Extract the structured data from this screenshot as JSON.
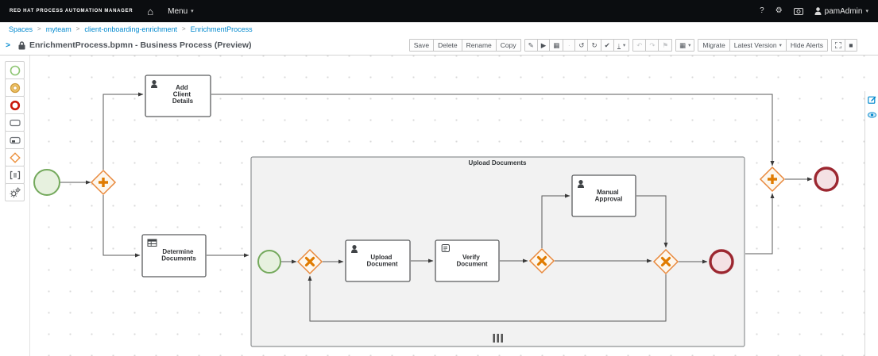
{
  "header": {
    "logo": "RED HAT PROCESS AUTOMATION MANAGER",
    "menu_label": "Menu",
    "help_label": "?",
    "user_name": "pamAdmin"
  },
  "breadcrumb": {
    "separator": ">",
    "items": [
      "Spaces",
      "myteam",
      "client-onboarding-enrichment",
      "EnrichmentProcess"
    ]
  },
  "editor": {
    "title": "EnrichmentProcess.bpmn - Business Process (Preview)",
    "toolbar": {
      "save": "Save",
      "delete": "Delete",
      "rename": "Rename",
      "copy": "Copy",
      "migrate": "Migrate",
      "latest_version": "Latest Version",
      "hide_alerts": "Hide Alerts"
    }
  },
  "icons": {
    "caret_down": "▾",
    "home": "⌂",
    "gear": "⚙",
    "chevron_right": ">",
    "pencil": "✎",
    "play": "▶",
    "form": "▦",
    "dot": "·",
    "undo": "↺",
    "redo": "↻",
    "validate": "✔",
    "download": "↓",
    "back": "↶",
    "forward": "↷",
    "flag": "⚑",
    "square": "■"
  },
  "palette": {
    "items": [
      "start-event",
      "intermediate-event",
      "end-event",
      "task",
      "subprocess",
      "gateway",
      "lane",
      "service-tasks"
    ]
  },
  "diagram": {
    "subprocess_label": "Upload Documents",
    "tasks": {
      "add_client": {
        "lines": [
          "Add",
          "Client",
          "Details"
        ]
      },
      "determine_documents": {
        "lines": [
          "Determine",
          "Documents"
        ]
      },
      "upload_document": {
        "lines": [
          "Upload",
          "Document"
        ]
      },
      "verify_document": {
        "lines": [
          "Verify",
          "Document"
        ]
      },
      "manual_approval": {
        "lines": [
          "Manual",
          "Approval"
        ]
      }
    }
  },
  "colors": {
    "accent_blue": "#0088ce",
    "gateway_orange": "#e8883c",
    "gateway_symbol_orange": "#e07b00",
    "start_green": "#74a95c",
    "end_red": "#9c2730",
    "masthead_bg": "#0b0d10",
    "subprocess_fill": "#f2f2f2"
  }
}
